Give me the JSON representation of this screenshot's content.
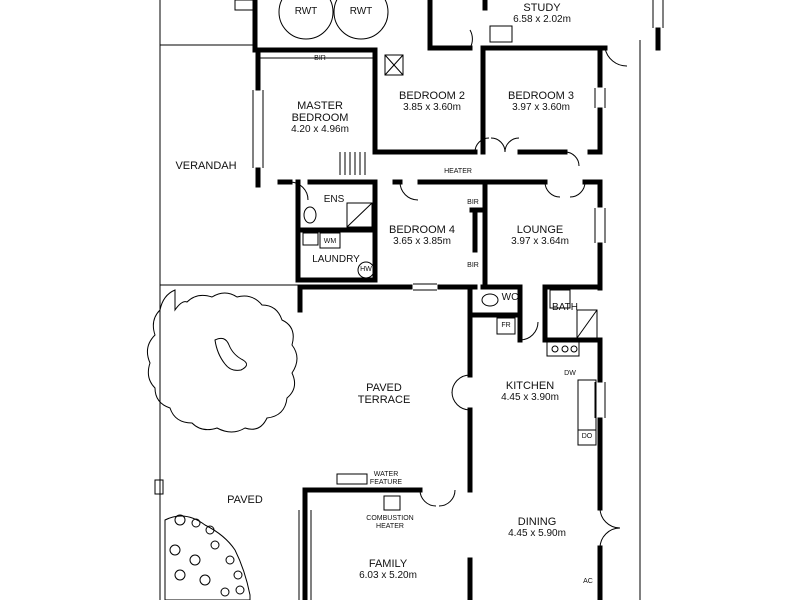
{
  "labels": {
    "rwt1": "RWT",
    "rwt2": "RWT",
    "study_name": "STUDY",
    "study_dim": "6.58 x 2.02m",
    "bir_top": "BIR",
    "master_name1": "MASTER",
    "master_name2": "BEDROOM",
    "master_dim": "4.20 x 4.96m",
    "bed2_name": "BEDROOM 2",
    "bed2_dim": "3.85 x 3.60m",
    "bed3_name": "BEDROOM 3",
    "bed3_dim": "3.97 x 3.60m",
    "verandah": "VERANDAH",
    "heater": "HEATER",
    "ens": "ENS",
    "bed4_name": "BEDROOM 4",
    "bed4_dim": "3.65 x 3.85m",
    "bir_a": "BIR",
    "bir_b": "BIR",
    "lounge_name": "LOUNGE",
    "lounge_dim": "3.97 x 3.64m",
    "wm": "WM",
    "laundry": "LAUNDRY",
    "hw": "HW",
    "wc": "WC",
    "bath": "BATH",
    "fr": "FR",
    "paved_terrace1": "PAVED",
    "paved_terrace2": "TERRACE",
    "kitchen_name": "KITCHEN",
    "kitchen_dim": "4.45 x 3.90m",
    "dw": "DW",
    "do": "DO",
    "water_feature1": "WATER",
    "water_feature2": "FEATURE",
    "combustion1": "COMBUSTION",
    "combustion2": "HEATER",
    "paved": "PAVED",
    "dining_name": "DINING",
    "dining_dim": "4.45 x 5.90m",
    "family_name": "FAMILY",
    "family_dim": "6.03 x 5.20m",
    "ac": "AC"
  }
}
